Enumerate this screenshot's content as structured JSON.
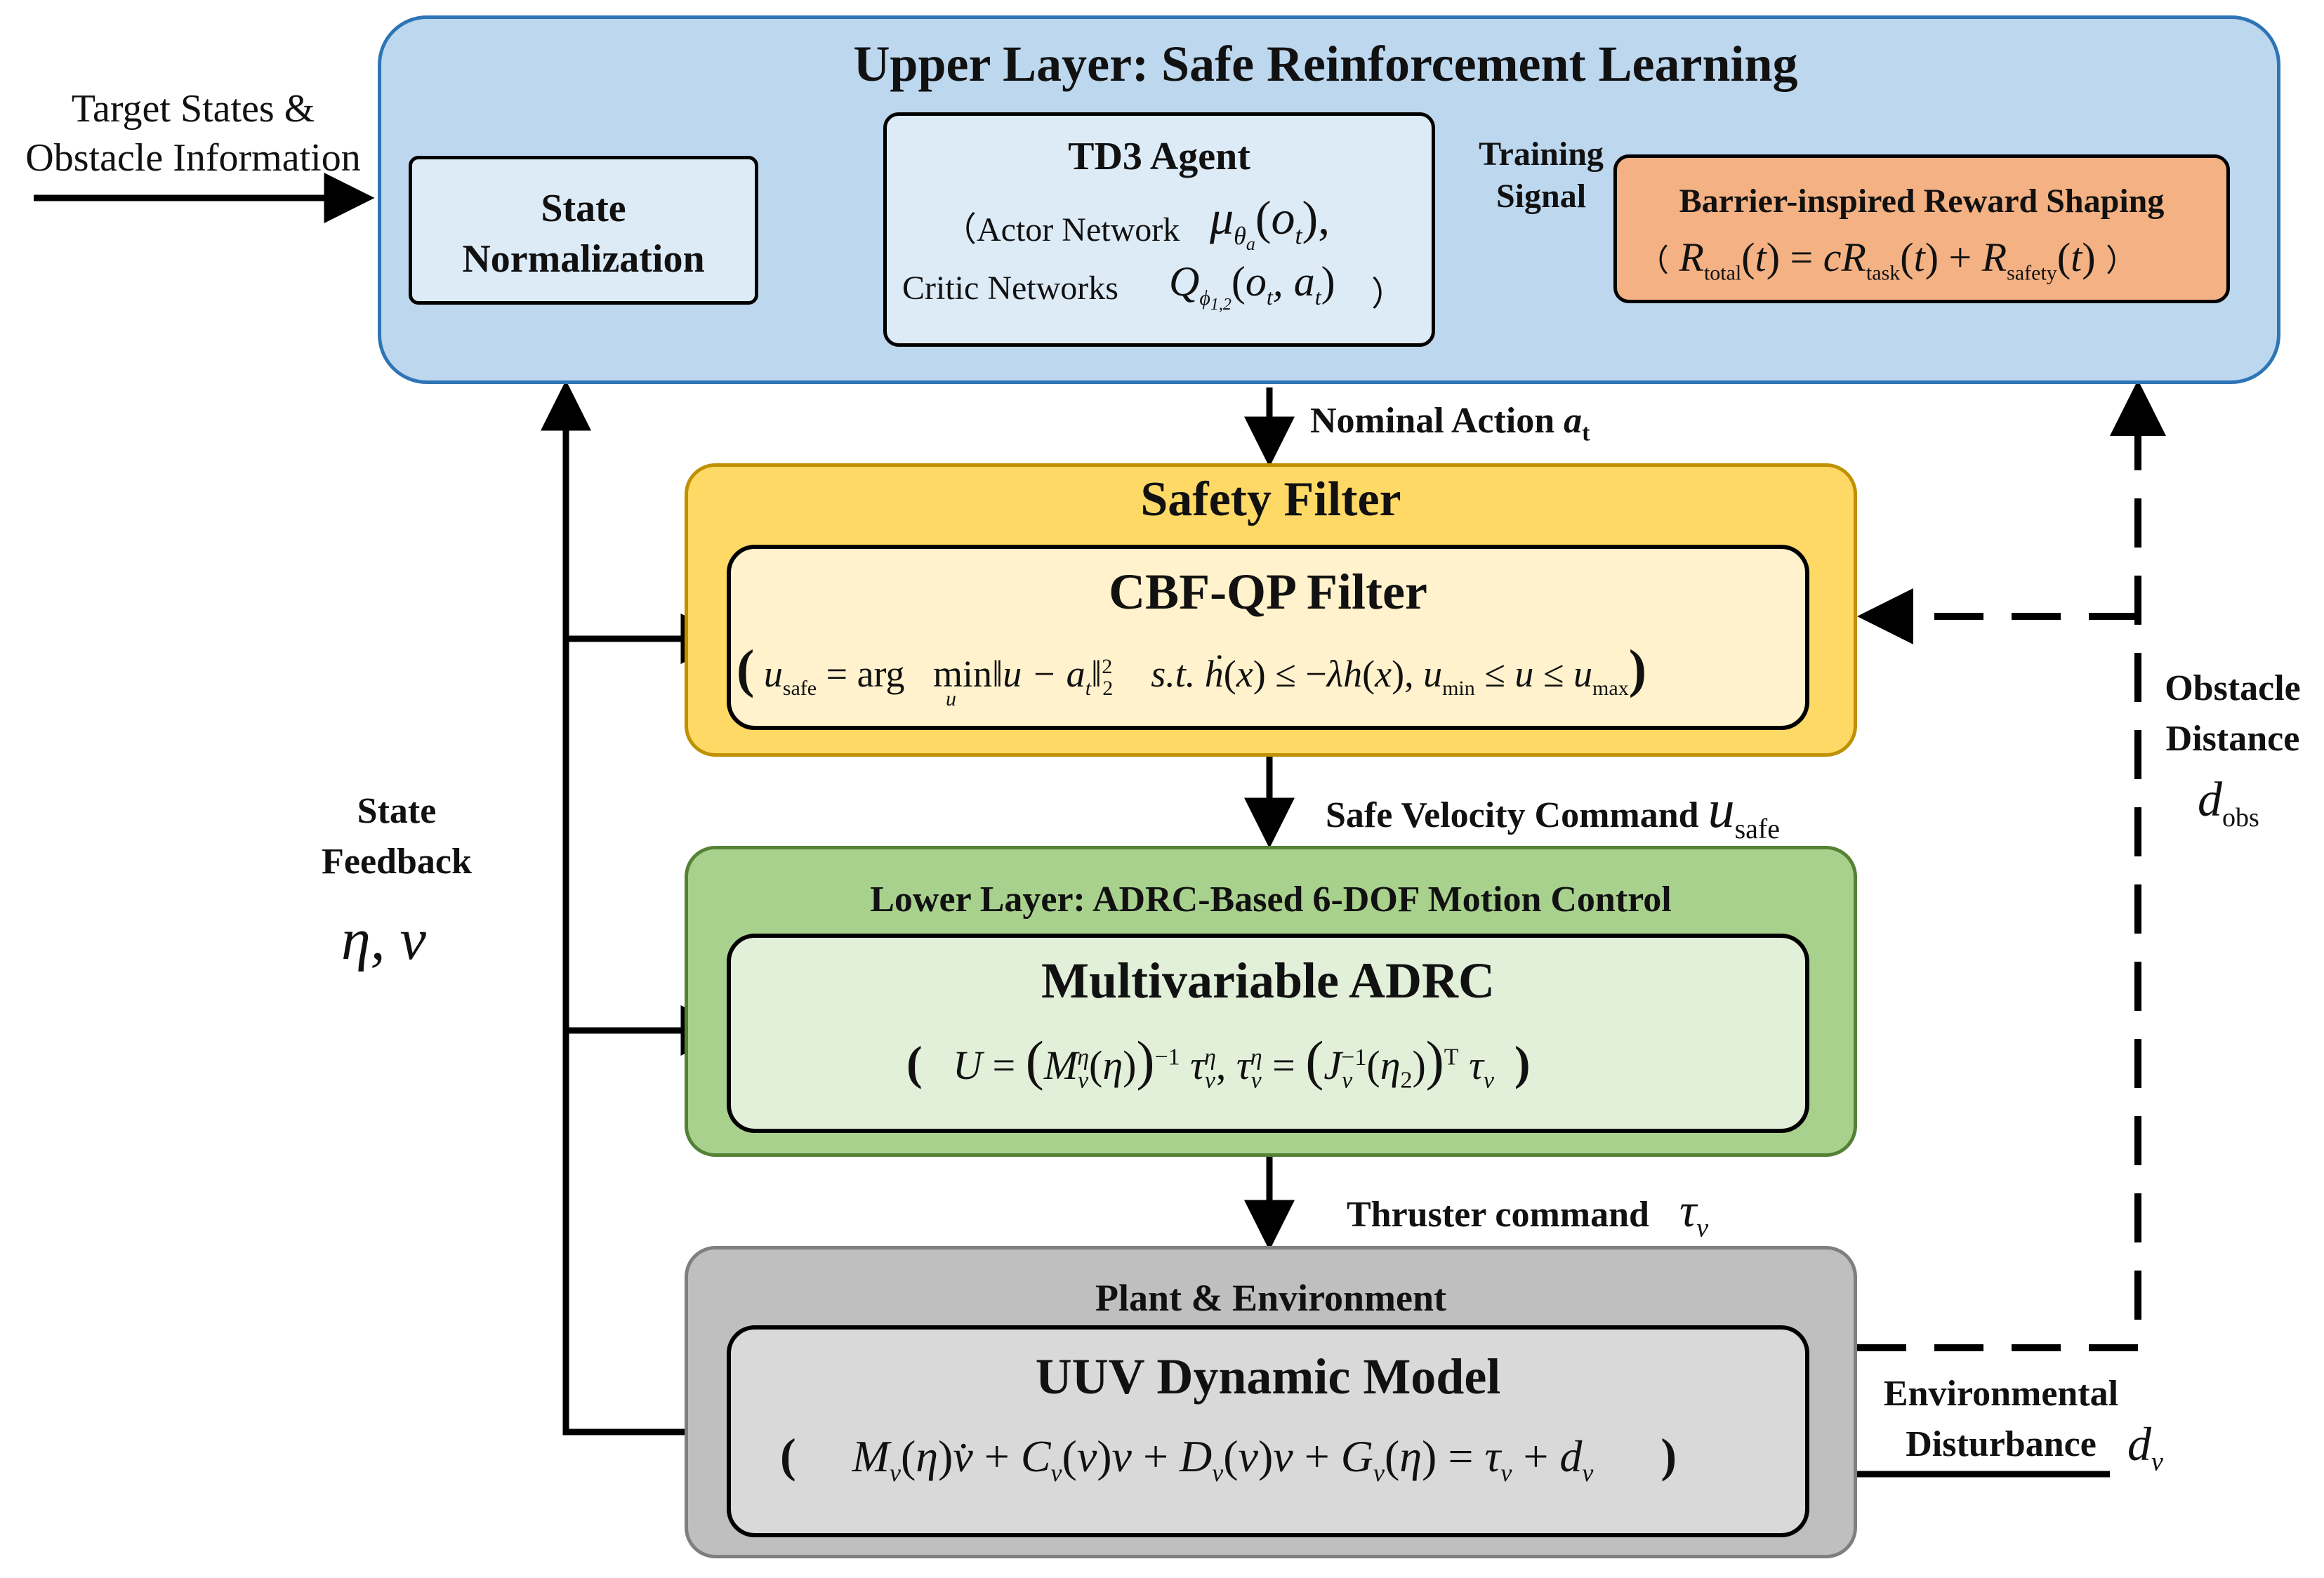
{
  "upper_layer": {
    "title": "Upper Layer: Safe Reinforcement Learning",
    "fill": "#bdd7ee",
    "stroke": "#2e75b6"
  },
  "input_label": {
    "line1": "Target States &",
    "line2": "Obstacle Information"
  },
  "state_normalization": {
    "line1": "State",
    "line2": "Normalization"
  },
  "td3_agent": {
    "title": "TD3 Agent",
    "actor_label": "（Actor Network",
    "actor_math": "μθa(ot),",
    "critic_label": "Critic Networks",
    "critic_math": "Qϕ1,2(ot, at)",
    "close_paren": "）"
  },
  "training_signal": {
    "line1": "Training",
    "line2": "Signal"
  },
  "reward_shaping": {
    "title": "Barrier-inspired Reward Shaping",
    "formula": "Rtotal(t) = cRtask(t) + Rsafety(t)",
    "fill": "#f4b183",
    "stroke": "#c55a11"
  },
  "nominal_action": {
    "label": "Nominal Action",
    "symbol": "at"
  },
  "safety_filter": {
    "title": "Safety Filter",
    "inner_title": "CBF-QP Filter",
    "formula": "usafe = arg min_u ‖u − at‖₂²   s.t. ḣ(x) ≤ −λh(x), umin ≤ u ≤ umax",
    "fill": "#ffd966",
    "inner_fill": "#fff2cc",
    "stroke": "#bf9000"
  },
  "safe_velocity": {
    "label": "Safe Velocity Command",
    "symbol": "usafe"
  },
  "lower_layer": {
    "title": "Lower Layer: ADRC-Based 6-DOF Motion Control",
    "inner_title": "Multivariable ADRC",
    "formula": "U = (Mvη(η))−1 τvη, τvη = (Jv−1(η2))T τv",
    "fill": "#a9d18e",
    "inner_fill": "#e2f0d9",
    "stroke": "#548235"
  },
  "thruster": {
    "label": "Thruster command",
    "symbol": "τv"
  },
  "plant": {
    "title": "Plant & Environment",
    "inner_title": "UUV Dynamic Model",
    "formula": "Mv(η)v̇ + Cv(v)v + Dv(v)v + Gv(η) = τv + dv",
    "fill": "#bfbfbf",
    "inner_fill": "#d9d9d9",
    "stroke": "#7f7f7f"
  },
  "state_feedback": {
    "line1": "State",
    "line2": "Feedback",
    "symbol": "η, v"
  },
  "obstacle_distance": {
    "line1": "Obstacle",
    "line2": "Distance",
    "symbol": "dobs"
  },
  "environmental_disturbance": {
    "line1": "Environmental",
    "line2": "Disturbance",
    "symbol": "dv"
  }
}
